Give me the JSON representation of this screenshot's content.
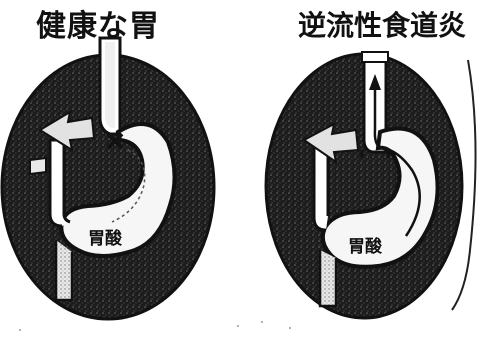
{
  "panels": [
    {
      "title": "健康な胃",
      "acid_label": "胃酸"
    },
    {
      "title": "逆流性食道炎",
      "acid_label": "胃酸"
    }
  ],
  "colors": {
    "background_dark": "#1e1e1e",
    "stomach_fill": "#f4f4f4",
    "outline": "#111111",
    "paper": "#ffffff"
  },
  "icons": {
    "reflux_arrow": "arrow-up-icon",
    "muscle_arrow": "arrow-right-icon"
  }
}
